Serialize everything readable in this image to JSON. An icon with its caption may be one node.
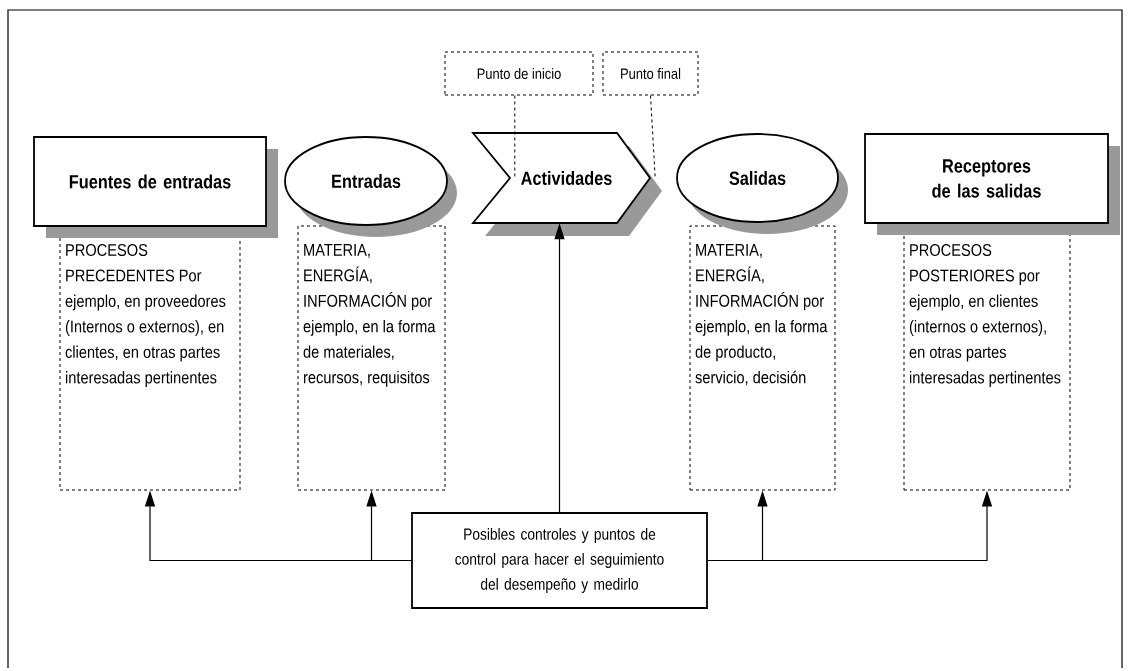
{
  "diagram": {
    "nodes": [
      {
        "text": [
          "Fuentes de entradas"
        ]
      },
      {
        "text": [
          "Entradas"
        ]
      },
      {
        "text": [
          "Actividades"
        ]
      },
      {
        "text": [
          "Salidas"
        ]
      },
      {
        "text": [
          "Receptores de las salidas"
        ]
      },
      {
        "text": [
          "Punto de inicio"
        ]
      },
      {
        "text": [
          "Punto final"
        ]
      },
      {
        "text": [
          "PROCESOS PRECEDENTES Por ejemplo, en proveedores (Internos o externos), en clientes, en otras partes interesadas pertinentes"
        ]
      },
      {
        "text": [
          "MATERIA, ENERGÍA, INFORMACIÓN por ejemplo, en la forma de materiales, recursos, requisitos"
        ]
      },
      {
        "text": [
          "MATERIA, ENERGÍA, INFORMACIÓN por ejemplo, en la forma de producto, servicio, decisión"
        ]
      },
      {
        "text": [
          "PROCESOS POSTERIORES por ejemplo, en clientes (internos o externos), en otras partes interesadas pertinentes"
        ]
      },
      {
        "text": [
          "Posibles controles y puntos de control para hacer el seguimiento del desempeño y medirlo"
        ]
      }
    ],
    "edges": [
      {
        "from": 11,
        "to": 7,
        "arrow": "to"
      },
      {
        "from": 11,
        "to": 8,
        "arrow": "to"
      },
      {
        "from": 11,
        "to": 2,
        "arrow": "to"
      },
      {
        "from": 11,
        "to": 9,
        "arrow": "to"
      },
      {
        "from": 11,
        "to": 10,
        "arrow": "to"
      },
      {
        "from": 5,
        "to": 2,
        "arrow": "none",
        "style": "dashed"
      },
      {
        "from": 6,
        "to": 2,
        "arrow": "none",
        "style": "dashed"
      }
    ]
  }
}
